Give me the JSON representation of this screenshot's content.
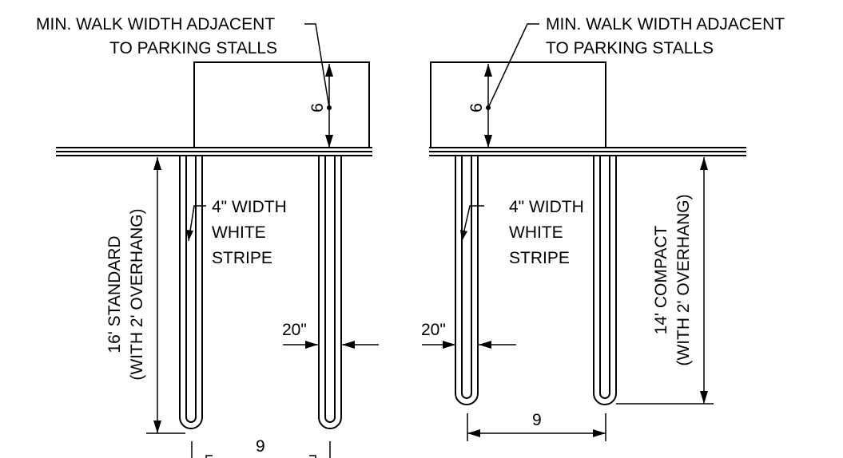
{
  "left_detail": {
    "walk_note_line1": "MIN. WALK WIDTH ADJACENT",
    "walk_note_line2": "TO PARKING STALLS",
    "walk_dim": "6",
    "stripe_line1": "4\" WIDTH",
    "stripe_line2": "WHITE",
    "stripe_line3": "STRIPE",
    "gap_dim": "20\"",
    "length_line1": "16' STANDARD",
    "length_line2": "(WITH 2' OVERHANG)",
    "width_dim": "9"
  },
  "right_detail": {
    "walk_note_line1": "MIN. WALK WIDTH ADJACENT",
    "walk_note_line2": "TO PARKING STALLS",
    "walk_dim": "6",
    "stripe_line1": "4\" WIDTH",
    "stripe_line2": "WHITE",
    "stripe_line3": "STRIPE",
    "gap_dim": "20\"",
    "length_line1": "14' COMPACT",
    "length_line2": "(WITH 2' OVERHANG)",
    "width_dim": "9"
  }
}
